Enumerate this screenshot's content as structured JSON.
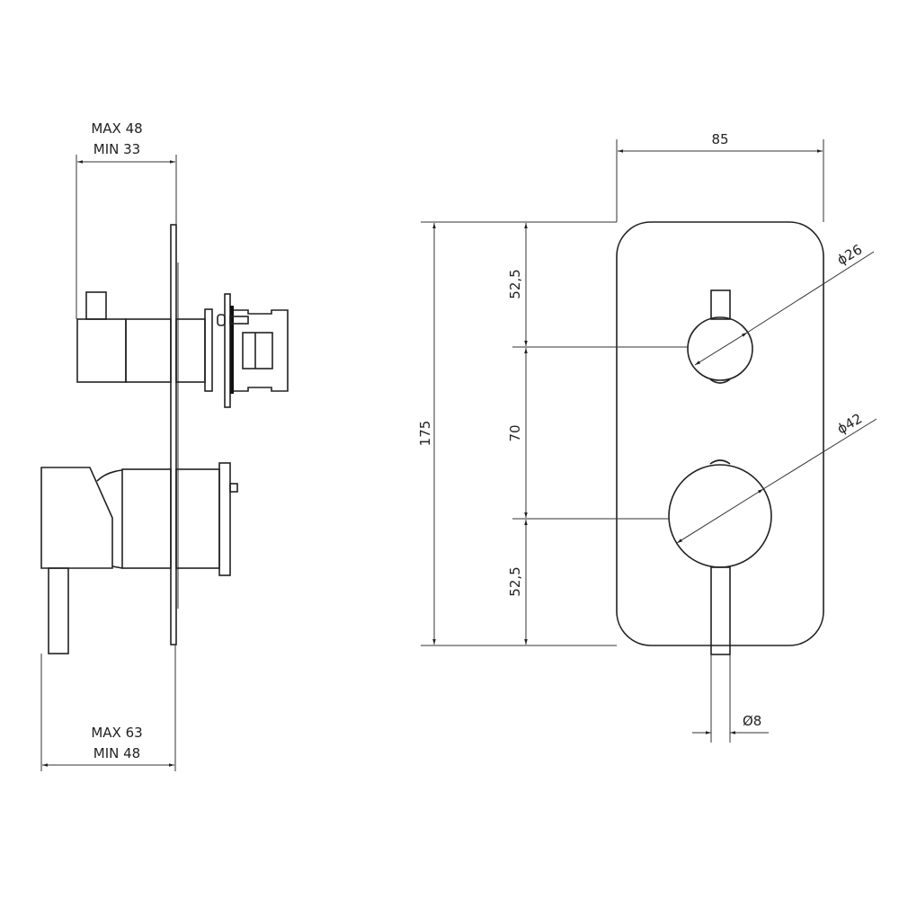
{
  "side_view": {
    "top_dim_max": "MAX 48",
    "top_dim_min": "MIN 33",
    "bottom_dim_max": "MAX 63",
    "bottom_dim_min": "MIN 48"
  },
  "front_view": {
    "width_dim": "85",
    "height_dim": "175",
    "top_offset_dim": "52,5",
    "center_spacing_dim": "70",
    "bottom_offset_dim": "52,5",
    "small_knob_diameter": "ϕ26",
    "large_knob_diameter": "ϕ42",
    "lever_diameter": "Ø8"
  }
}
